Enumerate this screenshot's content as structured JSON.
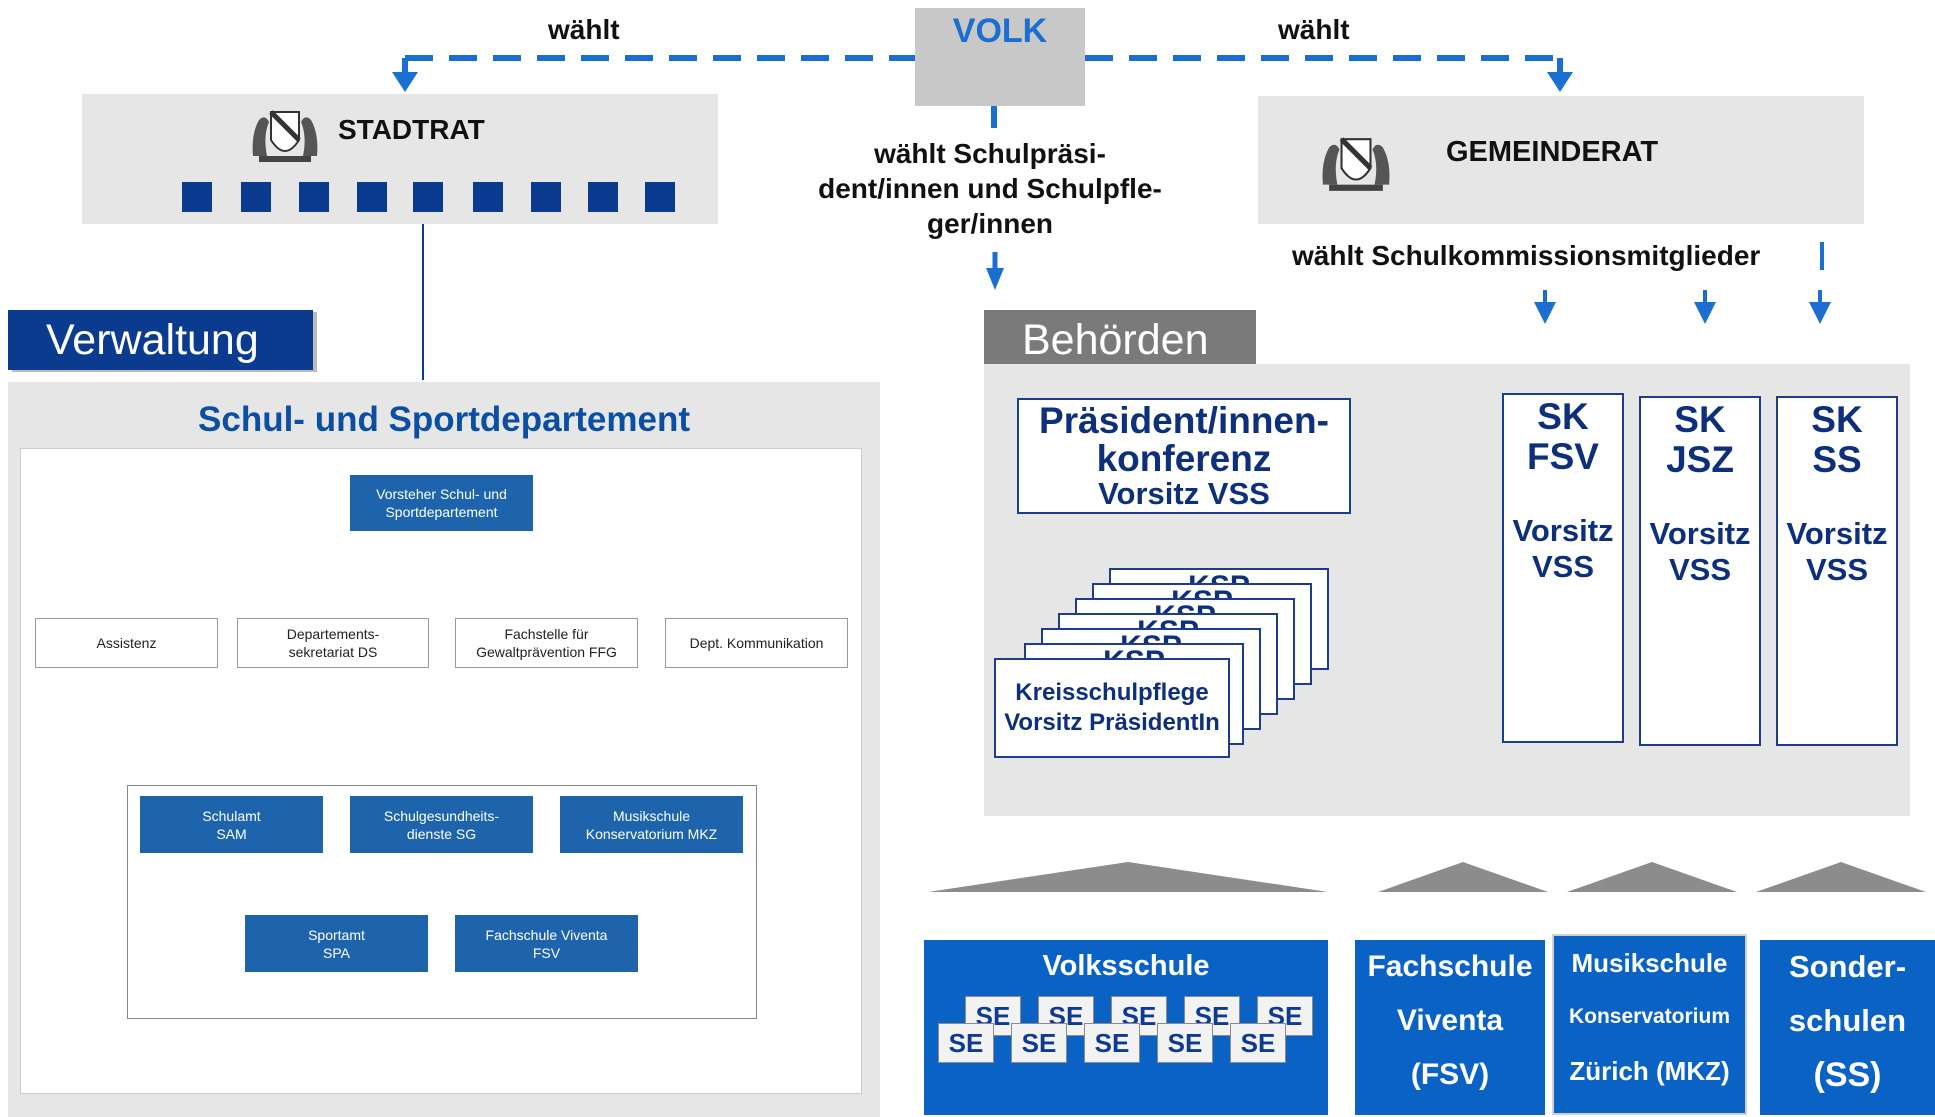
{
  "volk": {
    "title": "VOLK",
    "elects_left": "wählt",
    "elects_right": "wählt",
    "elects_school_lines": [
      "wählt Schulpräsi-",
      "dent/innen und Schulpfle-",
      "ger/innen"
    ]
  },
  "stadtrat": {
    "title": "STADTRAT",
    "members": 9
  },
  "gemeinderat": {
    "title": "GEMEINDERAT",
    "elects": "wählt Schulkommissionsmitglieder"
  },
  "verwaltung": {
    "label": "Verwaltung",
    "department": "Schul- und Sportdepartement",
    "head": [
      "Vorsteher Schul- und",
      "Sportdepartement"
    ],
    "staff": [
      [
        "Assistenz"
      ],
      [
        "Departements-",
        "sekretariat DS"
      ],
      [
        "Fachstelle für",
        "Gewaltprävention FFG"
      ],
      [
        "Dept. Kommunikation"
      ]
    ],
    "units_row1": [
      [
        "Schulamt",
        "SAM"
      ],
      [
        "Schulgesundheits-",
        "dienste SG"
      ],
      [
        "Musikschule",
        "Konservatorium MKZ"
      ]
    ],
    "units_row2": [
      [
        "Sportamt",
        "SPA"
      ],
      [
        "Fachschule Viventa",
        "FSV"
      ]
    ]
  },
  "behoerden": {
    "label": "Behörden",
    "conference": [
      "Präsident/innen-",
      "konferenz",
      "Vorsitz VSS"
    ],
    "ksp_stack_label": "KSP",
    "ksp_front": [
      "Kreisschulpflege",
      "Vorsitz PräsidentIn"
    ],
    "commissions": [
      {
        "name": [
          "SK",
          "FSV"
        ],
        "chair": [
          "Vorsitz",
          "VSS"
        ]
      },
      {
        "name": [
          "SK",
          "JSZ"
        ],
        "chair": [
          "Vorsitz",
          "VSS"
        ]
      },
      {
        "name": [
          "SK",
          "SS"
        ],
        "chair": [
          "Vorsitz",
          "VSS"
        ]
      }
    ]
  },
  "schools": {
    "volksschule": "Volksschule",
    "se_label": "SE",
    "fachschule": [
      "Fachschule",
      "Viventa",
      "(FSV)"
    ],
    "musikschule": [
      "Musikschule",
      "Konservatorium",
      "Zürich (MKZ)"
    ],
    "sonderschulen": [
      "Sonder-",
      "schulen",
      "(SS)"
    ]
  },
  "colors": {
    "dark_blue": "#0b3b8f",
    "mid_blue": "#1e64ad",
    "bright_blue": "#0a62c5",
    "dash_blue": "#1a6fd1",
    "panel_gray": "#e6e6e6"
  }
}
